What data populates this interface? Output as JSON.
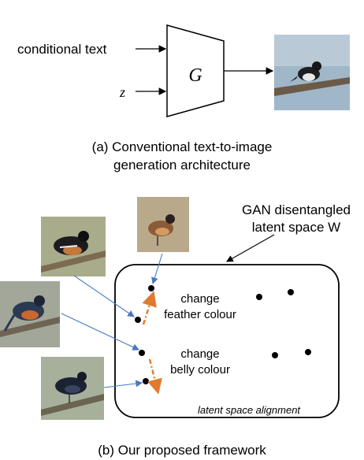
{
  "part_a": {
    "input_text_label": "conditional text",
    "input_noise_label": "z",
    "generator_label": "G",
    "caption_line1": "(a) Conventional text-to-image",
    "caption_line2": "generation architecture"
  },
  "part_b": {
    "latent_title_line1": "GAN disentangled",
    "latent_title_line2": "latent space W",
    "edit_feather_line1": "change",
    "edit_feather_line2": "feather colour",
    "edit_belly_line1": "change",
    "edit_belly_line2": "belly colour",
    "alignment_label": "latent space alignment",
    "caption": "(b) Our proposed framework"
  },
  "images": [
    {
      "name": "generated-bird-image",
      "palette": "black-white bird on branch"
    },
    {
      "name": "bird-photo-brown",
      "palette": "brown-orange bird"
    },
    {
      "name": "bird-photo-black-white",
      "palette": "black bird orange belly"
    },
    {
      "name": "bird-photo-blue-orange",
      "palette": "blue bird orange belly"
    },
    {
      "name": "bird-photo-dark-blue",
      "palette": "dark blue bird"
    }
  ],
  "colors": {
    "arrow_blue": "#4a78c0",
    "arrow_orange": "#e07a2e",
    "ink": "#000000"
  }
}
